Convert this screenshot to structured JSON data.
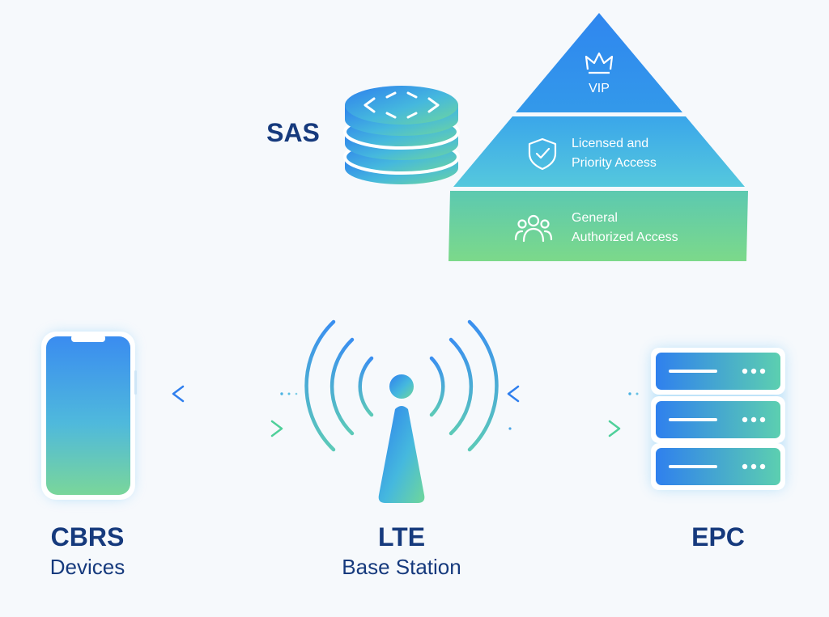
{
  "nodes": {
    "sas": {
      "label": "SAS"
    },
    "cbrs": {
      "title": "CBRS",
      "subtitle": "Devices"
    },
    "lte": {
      "title": "LTE",
      "subtitle": "Base Station"
    },
    "epc": {
      "title": "EPC"
    }
  },
  "pyramid": {
    "tiers": [
      {
        "label": "VIP",
        "icon": "crown-icon"
      },
      {
        "line1": "Licensed and",
        "line2": "Priority Access",
        "icon": "shield-check-icon"
      },
      {
        "line1": "General",
        "line2": "Authorized Access",
        "icon": "users-icon"
      }
    ]
  },
  "colors": {
    "title_text": "#163a7d",
    "gradient_blue": "#2f86ee",
    "gradient_teal": "#45c4da",
    "gradient_green": "#72d88e",
    "background": "#f6f9fc"
  }
}
